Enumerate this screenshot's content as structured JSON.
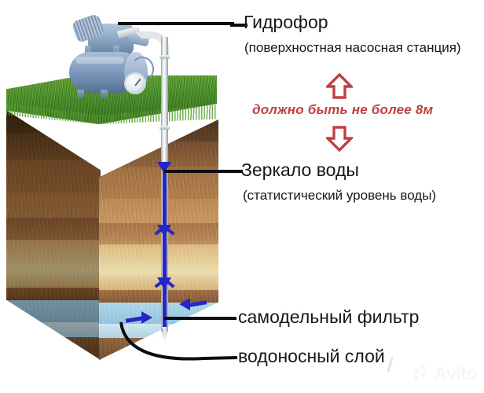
{
  "diagram": {
    "title_alt": "Схема водоснабжения из скважины с гидрофором",
    "watermark": "Avito"
  },
  "labels": {
    "hydrophore": {
      "main": "Гидрофор",
      "sub": "(поверхностная насосная станция)"
    },
    "water_mirror": {
      "main": "Зеркало воды",
      "sub": "(статистический уровень воды)"
    },
    "filter": {
      "main": "самодельный фильтр"
    },
    "aquifer": {
      "main": "водоносный слой"
    }
  },
  "callout": {
    "depth_note": "должно быть не более 8м",
    "arrow_up": "arrow-up-icon",
    "arrow_down": "arrow-down-icon",
    "color": "#c0413f"
  },
  "scene": {
    "pump_station": "pump-station-illustration",
    "well_pipe": "well-pipe",
    "soil_block": "soil-cross-section",
    "flow_color": "#2626c8",
    "grass_color": "#4f962c",
    "aquifer_color": "#8fc4e0",
    "soil_colors": [
      "#46301c",
      "#8a5c33",
      "#a87444",
      "#c79a62",
      "#ded0a2",
      "#b98b55",
      "#7a4e2c"
    ]
  }
}
